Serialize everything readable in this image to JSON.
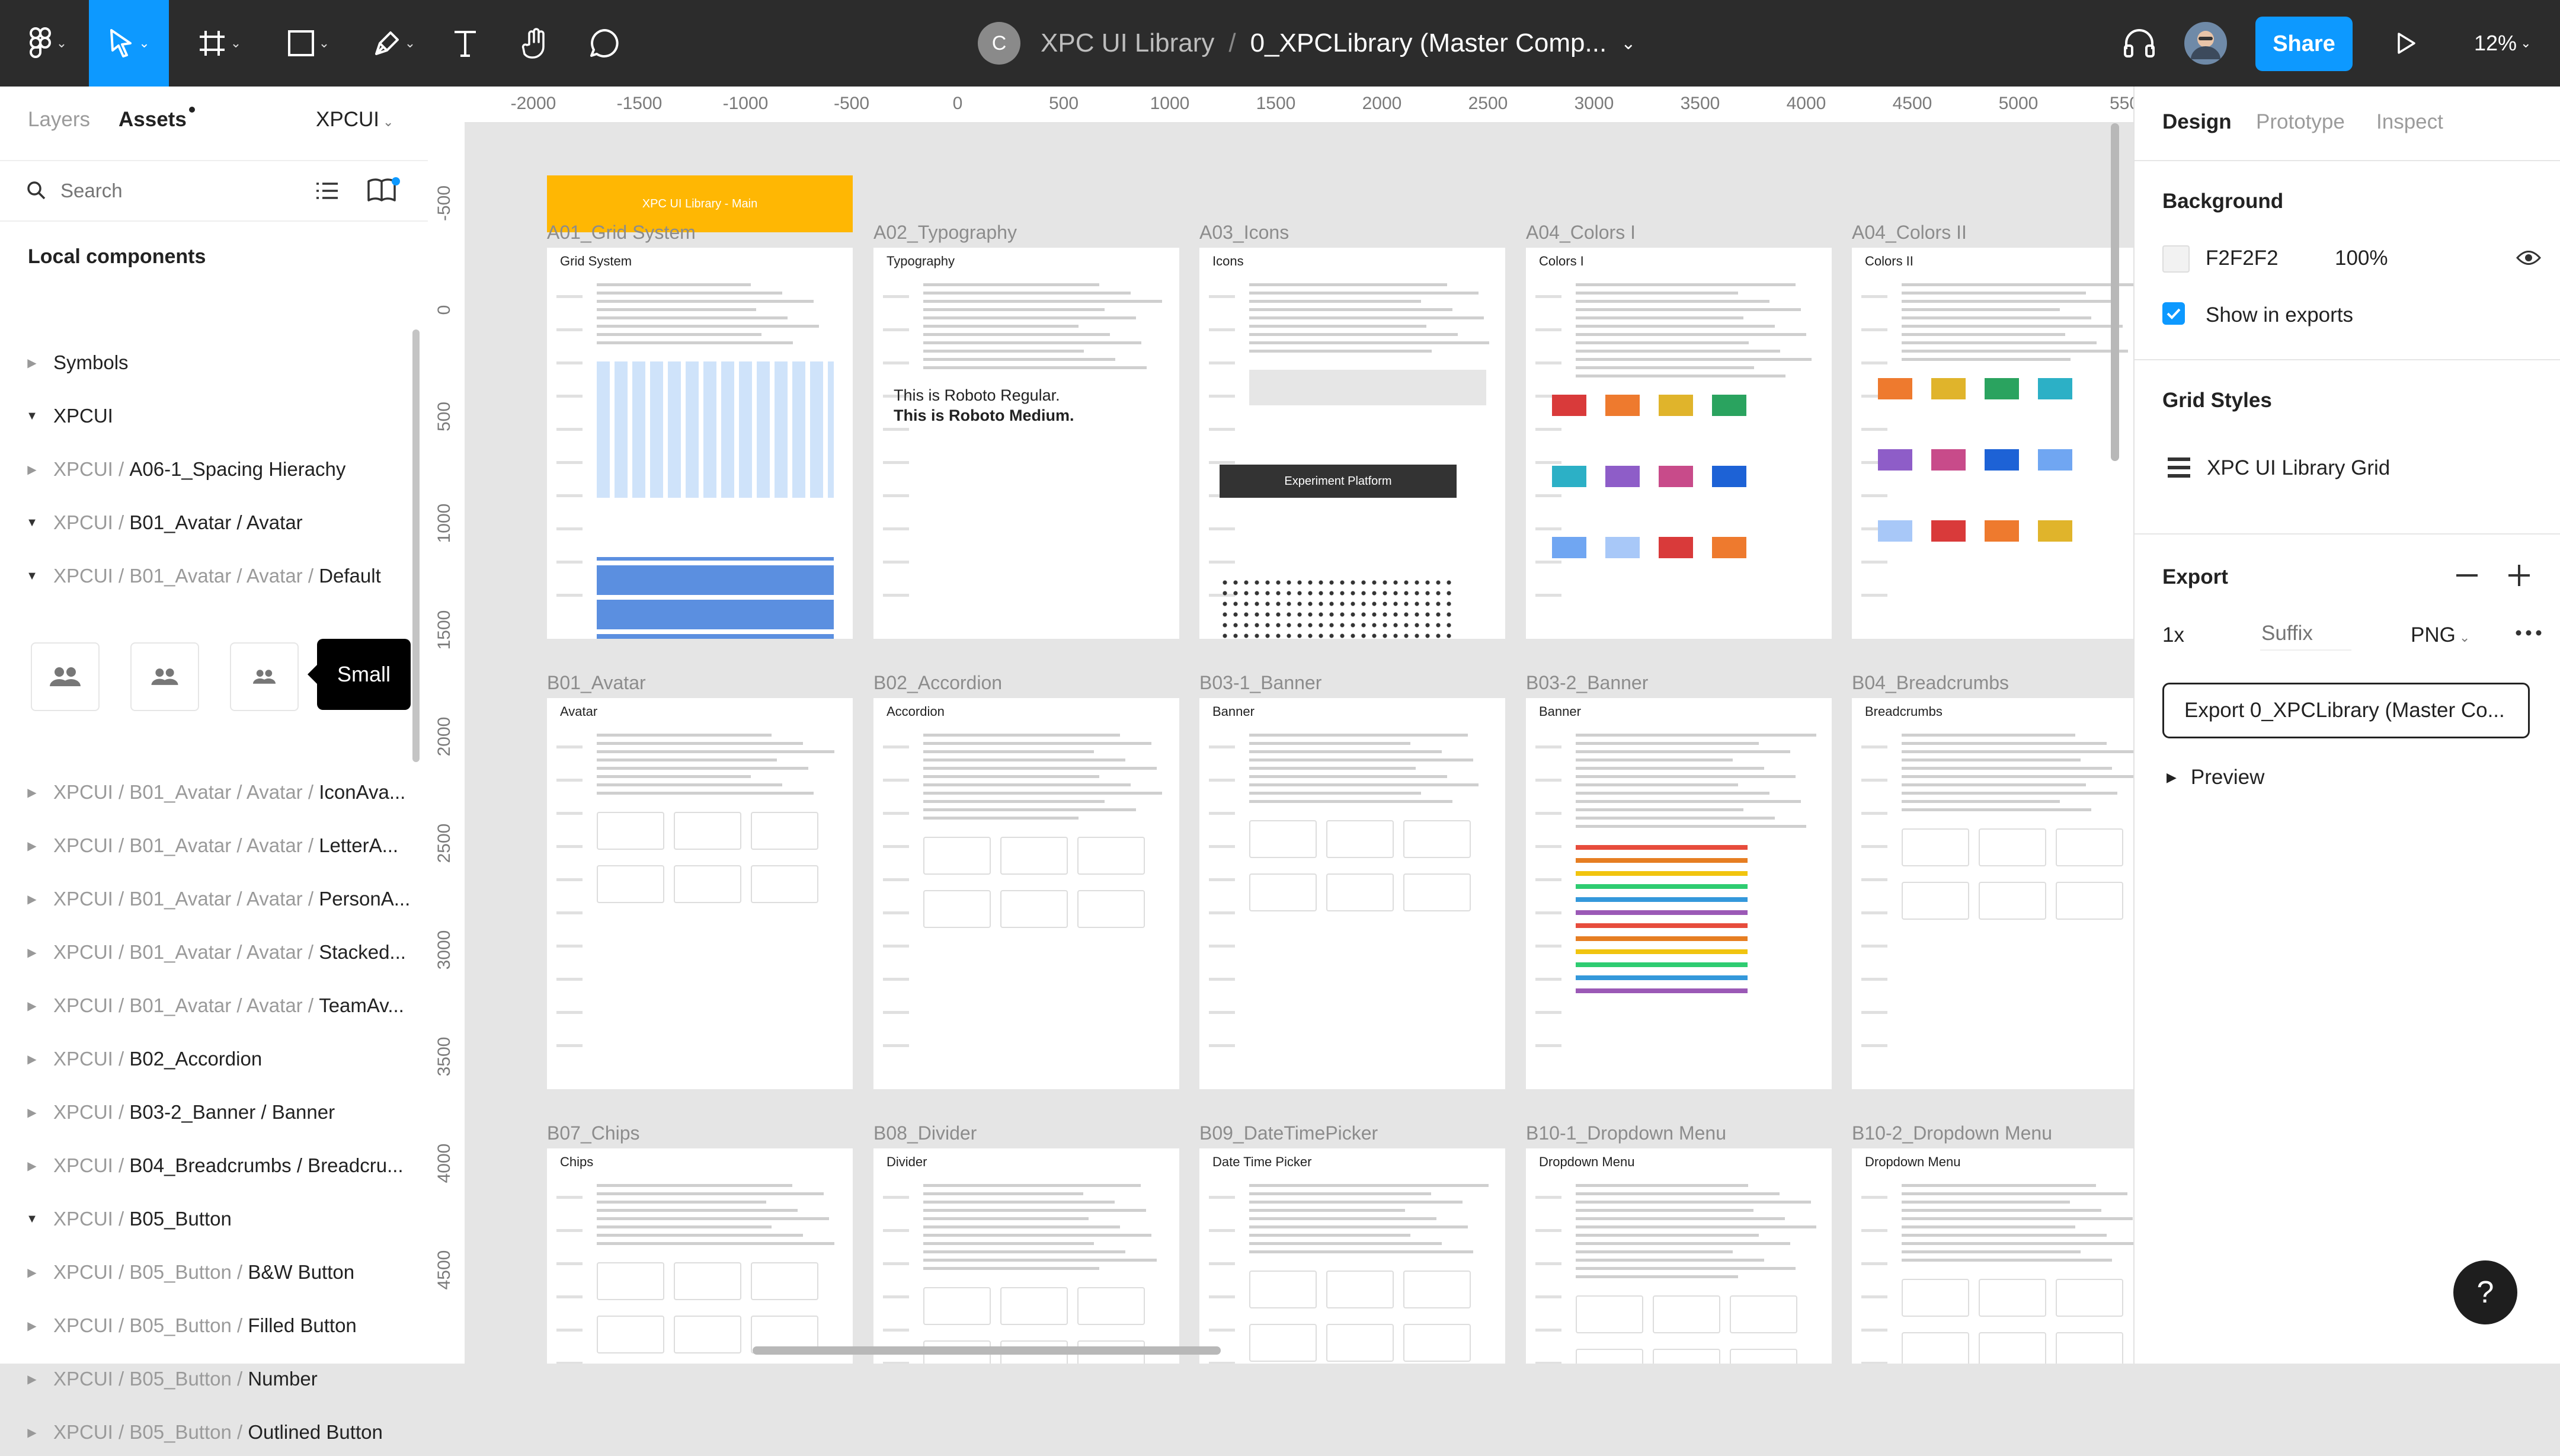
{
  "toolbar": {
    "project": "XPC UI Library",
    "separator": "/",
    "file_name": "0_XPCLibrary (Master Comp...",
    "avatar_initial": "C",
    "share_label": "Share",
    "zoom": "12%",
    "accent": "#0d99ff"
  },
  "left_panel": {
    "tabs": [
      "Layers",
      "Assets"
    ],
    "library": "XPCUI",
    "search_placeholder": "Search",
    "section": "Local components",
    "tooltip": "Small",
    "tree": [
      {
        "prefix": "",
        "name": "Symbols",
        "open": false
      },
      {
        "prefix": "",
        "name": "XPCUI",
        "open": true
      },
      {
        "prefix": "XPCUI / ",
        "name": "A06-1_Spacing Hierachy",
        "open": false
      },
      {
        "prefix": "XPCUI / ",
        "name": "B01_Avatar / Avatar",
        "open": true
      },
      {
        "prefix": "XPCUI / B01_Avatar / Avatar / ",
        "name": "Default",
        "open": true
      },
      {
        "prefix": "XPCUI / B01_Avatar / Avatar / ",
        "name": "IconAva...",
        "open": false
      },
      {
        "prefix": "XPCUI / B01_Avatar / Avatar / ",
        "name": "LetterA...",
        "open": false
      },
      {
        "prefix": "XPCUI / B01_Avatar / Avatar / ",
        "name": "PersonA...",
        "open": false
      },
      {
        "prefix": "XPCUI / B01_Avatar / Avatar / ",
        "name": "Stacked...",
        "open": false
      },
      {
        "prefix": "XPCUI / B01_Avatar / Avatar / ",
        "name": "TeamAv...",
        "open": false
      },
      {
        "prefix": "XPCUI / ",
        "name": "B02_Accordion",
        "open": false
      },
      {
        "prefix": "XPCUI / ",
        "name": "B03-2_Banner / Banner",
        "open": false
      },
      {
        "prefix": "XPCUI / ",
        "name": "B04_Breadcrumbs / Breadcru...",
        "open": false
      },
      {
        "prefix": "XPCUI / ",
        "name": "B05_Button",
        "open": true
      },
      {
        "prefix": "XPCUI / B05_Button / ",
        "name": "B&W Button",
        "open": false
      },
      {
        "prefix": "XPCUI / B05_Button / ",
        "name": "Filled Button",
        "open": false
      },
      {
        "prefix": "XPCUI / B05_Button / ",
        "name": "Number",
        "open": false
      },
      {
        "prefix": "XPCUI / B05_Button / ",
        "name": "Outlined Button",
        "open": false
      }
    ]
  },
  "rulers": {
    "x": [
      "-2000",
      "-1500",
      "-1000",
      "-500",
      "0",
      "500",
      "1000",
      "1500",
      "2000",
      "2500",
      "3000",
      "3500",
      "4000",
      "4500",
      "5000",
      "550"
    ],
    "y": [
      "-500",
      "0",
      "500",
      "1000",
      "1500",
      "2000",
      "2500",
      "3000",
      "3500",
      "4000",
      "4500"
    ]
  },
  "canvas": {
    "main_label": "XPC UI Library - Main",
    "main_color": "#ffb703",
    "frames": [
      {
        "label": "A01_Grid System",
        "title": "Grid System"
      },
      {
        "label": "A02_Typography",
        "title": "Typography"
      },
      {
        "label": "A03_Icons",
        "title": "Icons"
      },
      {
        "label": "A04_Colors I",
        "title": "Colors I"
      },
      {
        "label": "A04_Colors II",
        "title": "Colors II"
      },
      {
        "label": "B01_Avatar",
        "title": "Avatar"
      },
      {
        "label": "B02_Accordion",
        "title": "Accordion"
      },
      {
        "label": "B03-1_Banner",
        "title": "Banner"
      },
      {
        "label": "B03-2_Banner",
        "title": "Banner"
      },
      {
        "label": "B04_Breadcrumbs",
        "title": "Breadcrumbs"
      },
      {
        "label": "B07_Chips",
        "title": "Chips"
      },
      {
        "label": "B08_Divider",
        "title": "Divider"
      },
      {
        "label": "B09_DateTimePicker",
        "title": "Date Time Picker"
      },
      {
        "label": "B10-1_Dropdown Menu",
        "title": "Dropdown Menu"
      },
      {
        "label": "B10-2_Dropdown Menu",
        "title": "Dropdown Menu"
      }
    ],
    "typography_regular": "This is Roboto Regular.",
    "typography_medium": "This is Roboto Medium.",
    "icons_banner": "Experiment Platform"
  },
  "right_panel": {
    "tabs": [
      "Design",
      "Prototype",
      "Inspect"
    ],
    "background_heading": "Background",
    "background_hex": "F2F2F2",
    "background_opacity": "100%",
    "show_in_exports": "Show in exports",
    "grid_styles_heading": "Grid Styles",
    "grid_style_name": "XPC UI Library Grid",
    "export_heading": "Export",
    "export_scale": "1x",
    "export_suffix_placeholder": "Suffix",
    "export_format": "PNG",
    "export_button": "Export 0_XPCLibrary (Master Co...",
    "preview_label": "Preview"
  },
  "help_label": "?"
}
